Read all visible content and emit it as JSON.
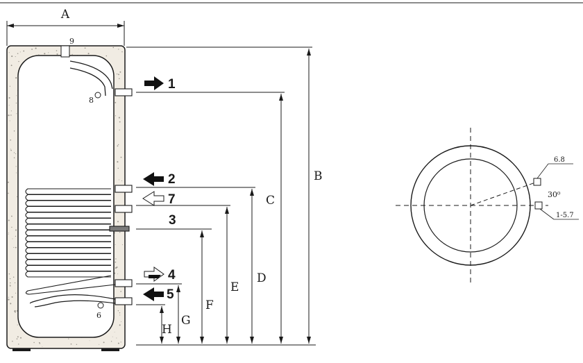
{
  "dimensions": {
    "A": "A",
    "B": "B",
    "C": "C",
    "D": "D",
    "E": "E",
    "F": "F",
    "G": "G",
    "H": "H"
  },
  "connections": {
    "c1": "1",
    "c2": "2",
    "c3": "3",
    "c4": "4",
    "c5": "5",
    "c6": "6",
    "c7": "7",
    "c8": "8",
    "c9": "9"
  },
  "section_view": {
    "port_upper": "6.8",
    "port_lower": "1-5.7",
    "angle": "30⁰"
  },
  "colors": {
    "line": "#1a1a1a",
    "insulation": "#f1ece3",
    "speckle": "#9a968e",
    "arrow_in": "#ffffff",
    "arrow_out": "#111111"
  }
}
